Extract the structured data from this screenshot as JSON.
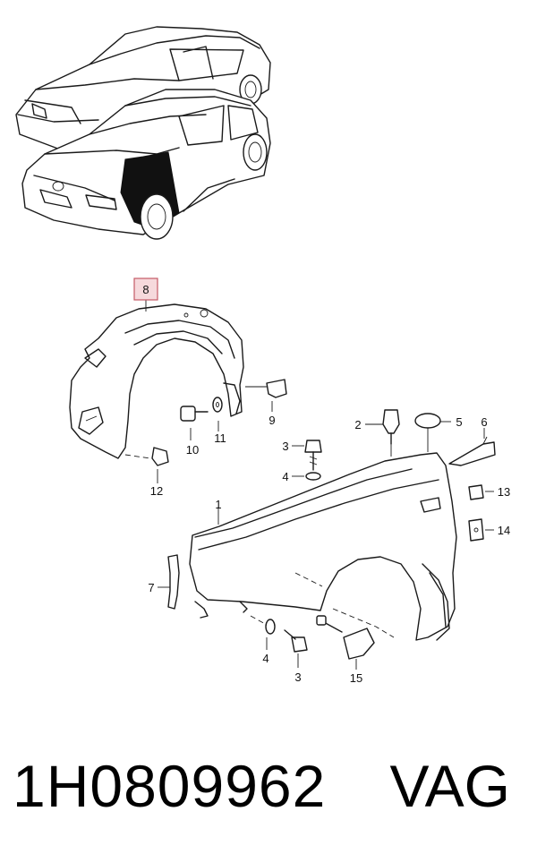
{
  "callouts": {
    "c1": "1",
    "c2": "2",
    "c3a": "3",
    "c3b": "3",
    "c4a": "4",
    "c4b": "4",
    "c5": "5",
    "c6": "6",
    "c7": "7",
    "c8": "8",
    "c9": "9",
    "c10": "10",
    "c11": "11",
    "c12": "12",
    "c13": "13",
    "c14": "14",
    "c15": "15"
  },
  "footer": {
    "part_number": "1H0809962",
    "brand": "VAG"
  },
  "colors": {
    "highlight_fill": "#f6d9dc",
    "highlight_stroke": "#c55a66",
    "ink": "#1a1a1a"
  }
}
